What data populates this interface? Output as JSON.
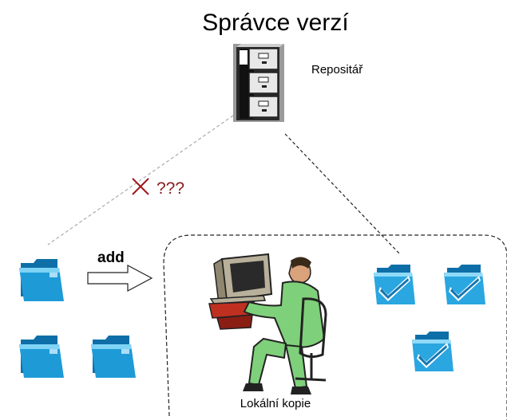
{
  "diagram": {
    "title": "Správce verzí",
    "repository_label": "Repositář",
    "add_label": "add",
    "unknown_label": "???",
    "local_copy_label": "Lokální kopie",
    "colors": {
      "folder": "#1e9bd7",
      "folder_light": "#7fd3f5",
      "check": "#1a7fb8",
      "cross": "#a01818",
      "question": "#8b1a1a",
      "line": "#555555",
      "person": "#7fd07a",
      "computer": "#b8b09a",
      "desk": "#c03020"
    },
    "icons": [
      "filing-cabinet-icon",
      "folder-icon",
      "folder-check-icon",
      "computer-user-icon",
      "cross-icon",
      "arrow-right-icon"
    ]
  }
}
